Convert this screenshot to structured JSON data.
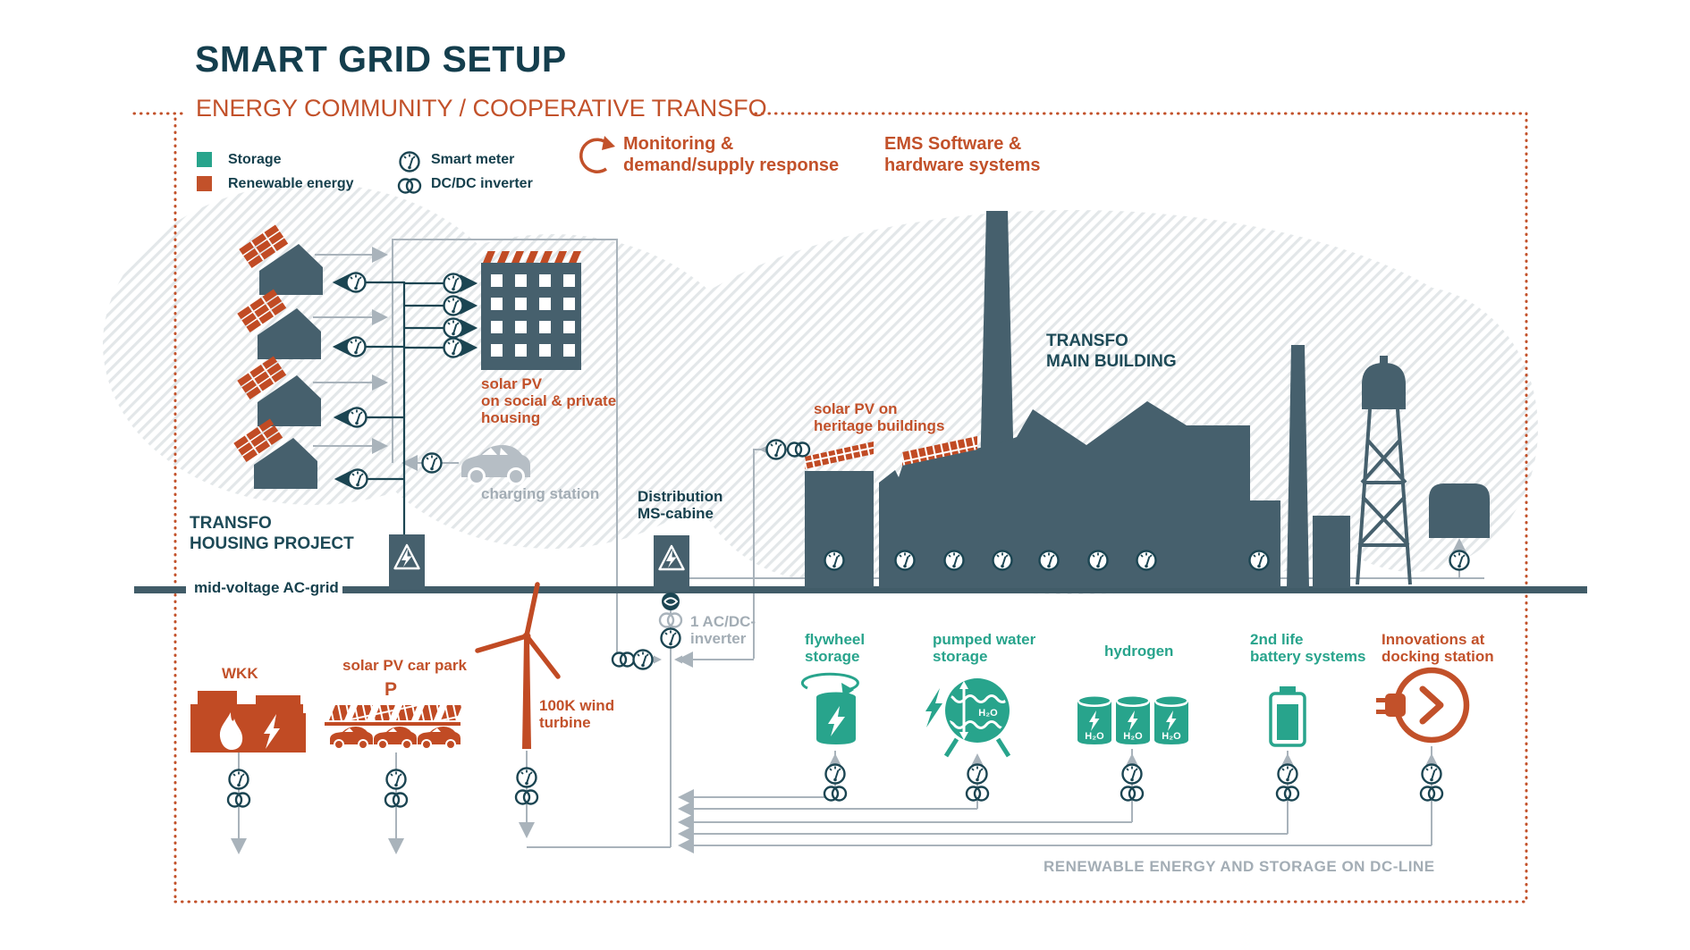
{
  "header": {
    "title": "SMART GRID SETUP",
    "subtitle": "ENERGY COMMUNITY / COOPERATIVE TRANSFO"
  },
  "legend": {
    "storage": "Storage",
    "renewable": "Renewable energy",
    "smart_meter": "Smart meter",
    "dcdc_inverter": "DC/DC inverter",
    "monitoring": "Monitoring &\ndemand/supply response",
    "ems": "EMS Software &\nhardware systems"
  },
  "labels": {
    "housing_project": "TRANSFO\nHOUSING PROJECT",
    "solar_housing": "solar PV\non social & private\nhousing",
    "charging_station": "charging station",
    "ac_grid": "mid-voltage AC-grid",
    "distribution": "Distribution\nMS-cabine",
    "ac_dc_inverter": "1 AC/DC-\ninverter",
    "heritage": "solar PV on\nheritage buildings",
    "main_building": "TRANSFO\nMAIN BUILDING",
    "wkk": "WKK",
    "car_park": "solar PV car park",
    "car_park_p": "P",
    "wind": "100K wind\nturbine",
    "flywheel": "flywheel\nstorage",
    "pumped": "pumped water\nstorage",
    "hydrogen": "hydrogen",
    "battery": "2nd life\nbattery systems",
    "docking": "Innovations at\ndocking station",
    "dc_line": "RENEWABLE ENERGY AND STORAGE ON DC-LINE",
    "h2o": "H₂O"
  },
  "colors": {
    "dark_teal": "#143e4d",
    "slate": "#46606d",
    "orange": "#c2512a",
    "panel_orange": "#c14b24",
    "teal": "#28a48c",
    "gray_line": "#a9b3bb",
    "gray_text": "#a3adb5",
    "icon_dark": "#1b4552"
  }
}
